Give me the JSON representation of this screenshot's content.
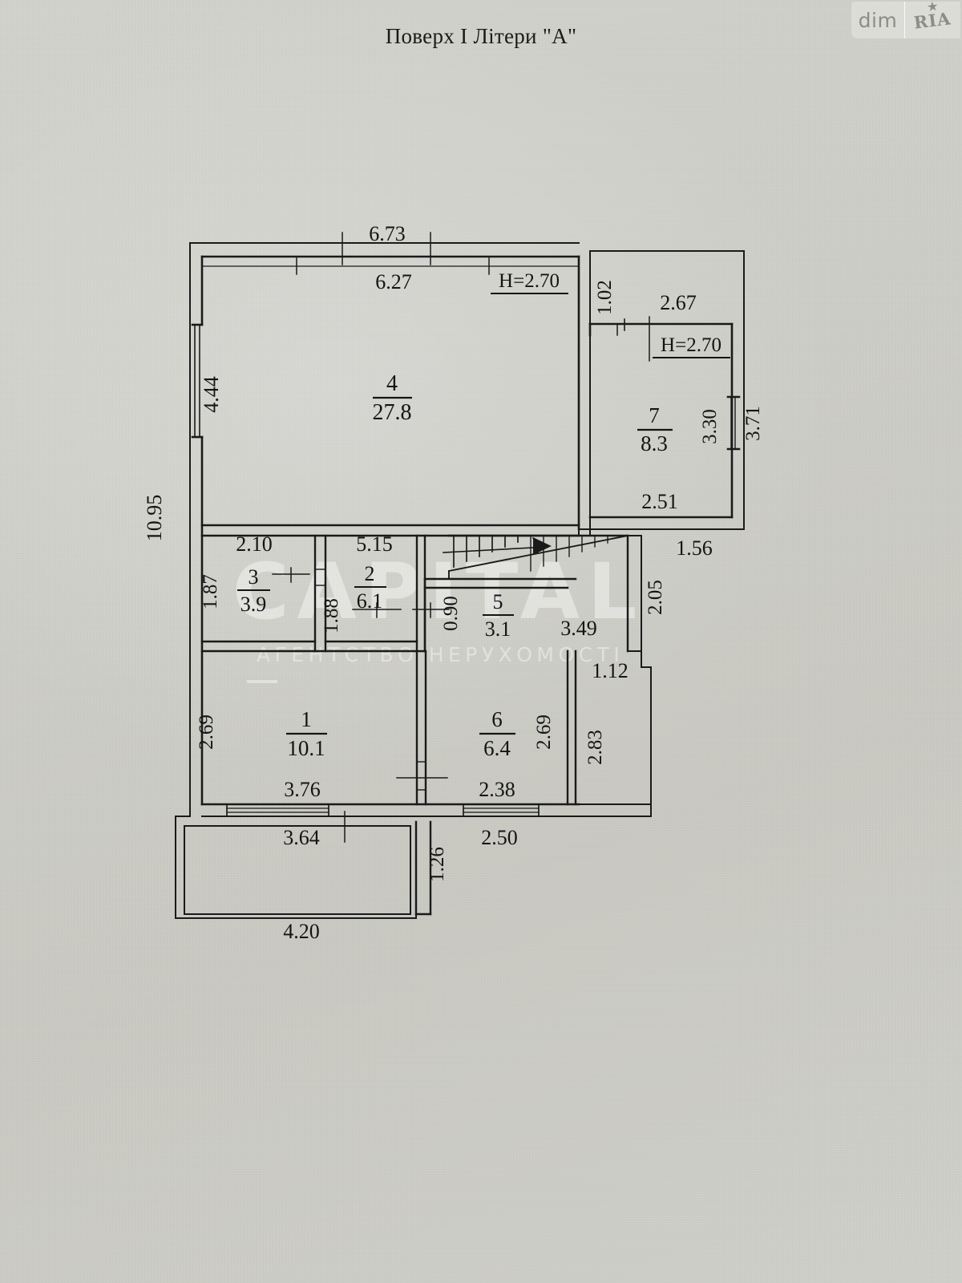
{
  "title": "Поверх I Літери \"А\"",
  "logo": {
    "left": "dim",
    "right": "RIA",
    "star": "★"
  },
  "watermark": {
    "word": "CAPITAL",
    "sub": "АГЕНТСТВО НЕРУХОМОСТІ"
  },
  "rooms": [
    {
      "id": "room-1",
      "number": "1",
      "area": "10.1"
    },
    {
      "id": "room-2",
      "number": "2",
      "area": "6.1"
    },
    {
      "id": "room-3",
      "number": "3",
      "area": "3.9"
    },
    {
      "id": "room-4",
      "number": "4",
      "area": "27.8"
    },
    {
      "id": "room-5",
      "number": "5",
      "area": "3.1"
    },
    {
      "id": "room-6",
      "number": "6",
      "area": "6.4"
    },
    {
      "id": "room-7",
      "number": "7",
      "area": "8.3"
    }
  ],
  "heights": {
    "main": "H=2.70",
    "room7": "H=2.70"
  },
  "dimensions": {
    "top_outer": "6.73",
    "top_inner": "6.27",
    "right_wing_top": "2.67",
    "right_wing_left": "1.02",
    "right_wing_inner_height": "3.30",
    "right_wing_outer_height": "3.71",
    "right_wing_bottom": "2.51",
    "left_outer": "10.95",
    "left_window": "4.44",
    "room3_top": "2.10",
    "room3_left": "1.87",
    "room2_top": "5.15",
    "room2_left": "1.88",
    "room5_left": "0.90",
    "corridor_bottom": "3.49",
    "right_1_56": "1.56",
    "right_2_05": "2.05",
    "right_1_12": "1.12",
    "right_2_83": "2.83",
    "room1_left": "2.69",
    "room1_bottom": "3.76",
    "room6_right": "2.69",
    "room6_bottom": "2.38",
    "terrace_top": "3.64",
    "terrace_bottom": "4.20",
    "terrace_right_inner": "2.50",
    "terrace_right_height": "1.26"
  }
}
